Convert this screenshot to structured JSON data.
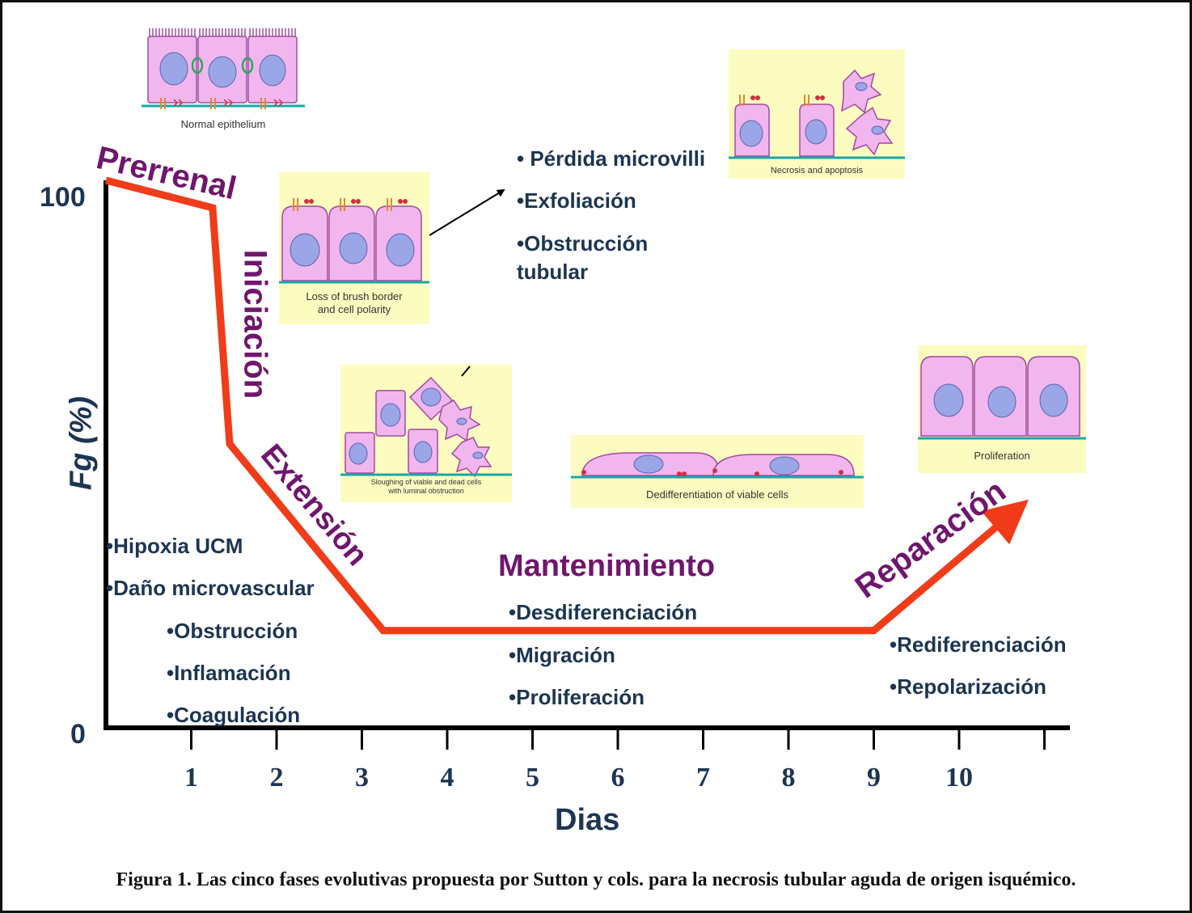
{
  "chart_data": {
    "type": "line",
    "xlabel": "Dias",
    "ylabel": "Fg (%)",
    "x_ticks": [
      "1",
      "2",
      "3",
      "4",
      "5",
      "6",
      "7",
      "8",
      "9",
      "10"
    ],
    "y_ticks": [
      "0",
      "100"
    ],
    "ylim": [
      0,
      100
    ],
    "xlim": [
      0,
      11
    ],
    "series": [
      {
        "color": "#f03c18",
        "x": [
          0,
          1.25,
          1.45,
          3.25,
          9.0,
          10.75
        ],
        "y": [
          100,
          95,
          52,
          18,
          18,
          41
        ]
      }
    ]
  },
  "phases": {
    "prerrenal": "Prerrenal",
    "iniciacion": "Iniciación",
    "extension": "Extensión",
    "mantenimiento": "Mantenimiento",
    "reparacion": "Reparación"
  },
  "bullets": {
    "injury": [
      "•Hipoxia UCM",
      "•Daño microvascular",
      "•Obstrucción",
      "•Inflamación",
      "•Coagulación"
    ],
    "loss": [
      "• Pérdida microvilli",
      "•Exfoliación",
      "•Obstrucción",
      "tubular"
    ],
    "maintenance": [
      "•Desdiferenciación",
      "•Migración",
      "•Proliferación"
    ],
    "repair": [
      "•Rediferenciación",
      "•Repolarización"
    ]
  },
  "panels": {
    "normal": "Normal epithelium",
    "brush": "Loss of brush border\nand cell polarity",
    "necrosis": "Necrosis and apoptosis",
    "sloughing": "Sloughing of viable and dead cells\nwith luminal obstruction",
    "dediff": "Dedifferentiation of viable cells",
    "proliferation": "Proliferation"
  },
  "caption": "Figura 1. Las cinco fases evolutivas propuesta por Sutton y cols. para la necrosis tubular aguda de origen isquémico.",
  "colors": {
    "curve": "#f03c18",
    "phase_text": "#70166d",
    "bullet_text": "#1c3553",
    "panel_bg": "#fdfcc0",
    "cell_fill": "#f2b6ef",
    "cell_stroke": "#a04aa0",
    "nucleus": "#9aa6e6",
    "basement": "#1aa7a7"
  }
}
